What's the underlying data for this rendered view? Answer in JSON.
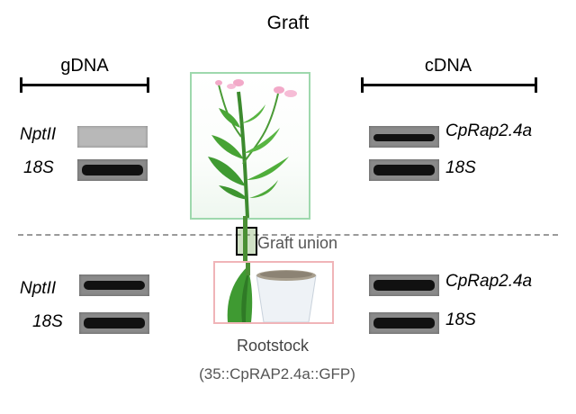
{
  "figure": {
    "title": "Graft",
    "left_header": "gDNA",
    "right_header": "cDNA",
    "graft_union_label": "Graft union",
    "rootstock_label": "Rootstock",
    "rootstock_construct": "(35::CpRAP2.4a::GFP)"
  },
  "lanes": {
    "upper_left": [
      {
        "gene": "NptII",
        "signal": "none"
      },
      {
        "gene": "18S",
        "signal": "strong"
      }
    ],
    "upper_right": [
      {
        "gene": "CpRap2.4a",
        "signal": "present"
      },
      {
        "gene": "18S",
        "signal": "strong"
      }
    ],
    "lower_left": [
      {
        "gene": "NptII",
        "signal": "present"
      },
      {
        "gene": "18S",
        "signal": "strong"
      }
    ],
    "lower_right": [
      {
        "gene": "CpRap2.4a",
        "signal": "strong"
      },
      {
        "gene": "18S",
        "signal": "strong"
      }
    ]
  },
  "colors": {
    "graft_frame": "#9ed8ad",
    "rootstock_frame": "#f0b4b8",
    "divider": "#9a9a9a"
  }
}
